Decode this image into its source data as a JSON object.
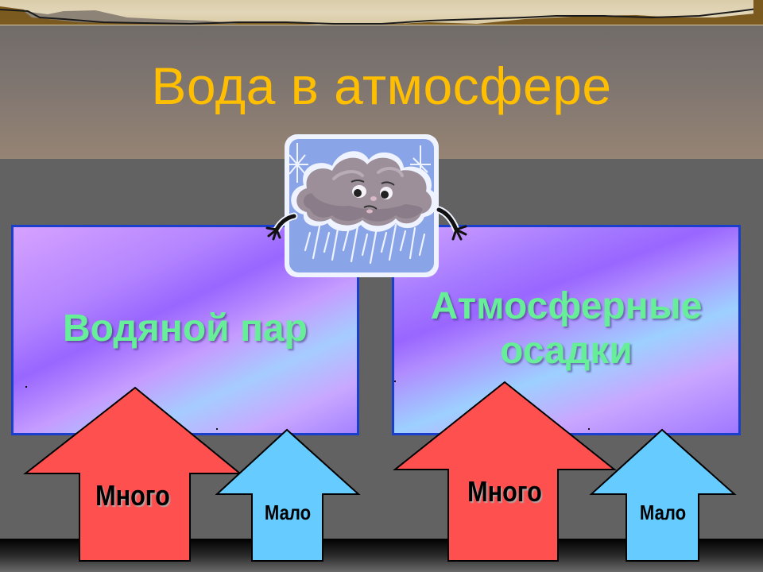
{
  "slide": {
    "title": "Вода в атмосфере",
    "colors": {
      "title": "#ffbf00",
      "panel_text": "#66ee99",
      "panel_border": "#1a3fcc",
      "arrow_many": "#ff5050",
      "arrow_few": "#66ccff",
      "background": "#626262"
    }
  },
  "panels": [
    {
      "label": "Водяной пар"
    },
    {
      "label_line1": "Атмосферные",
      "label_line2": "осадки"
    }
  ],
  "arrows": {
    "left_many": "Много",
    "left_few": "Мало",
    "right_many": "Много",
    "right_few": "Мало"
  },
  "illustration": {
    "icon": "rain-cloud-icon"
  }
}
